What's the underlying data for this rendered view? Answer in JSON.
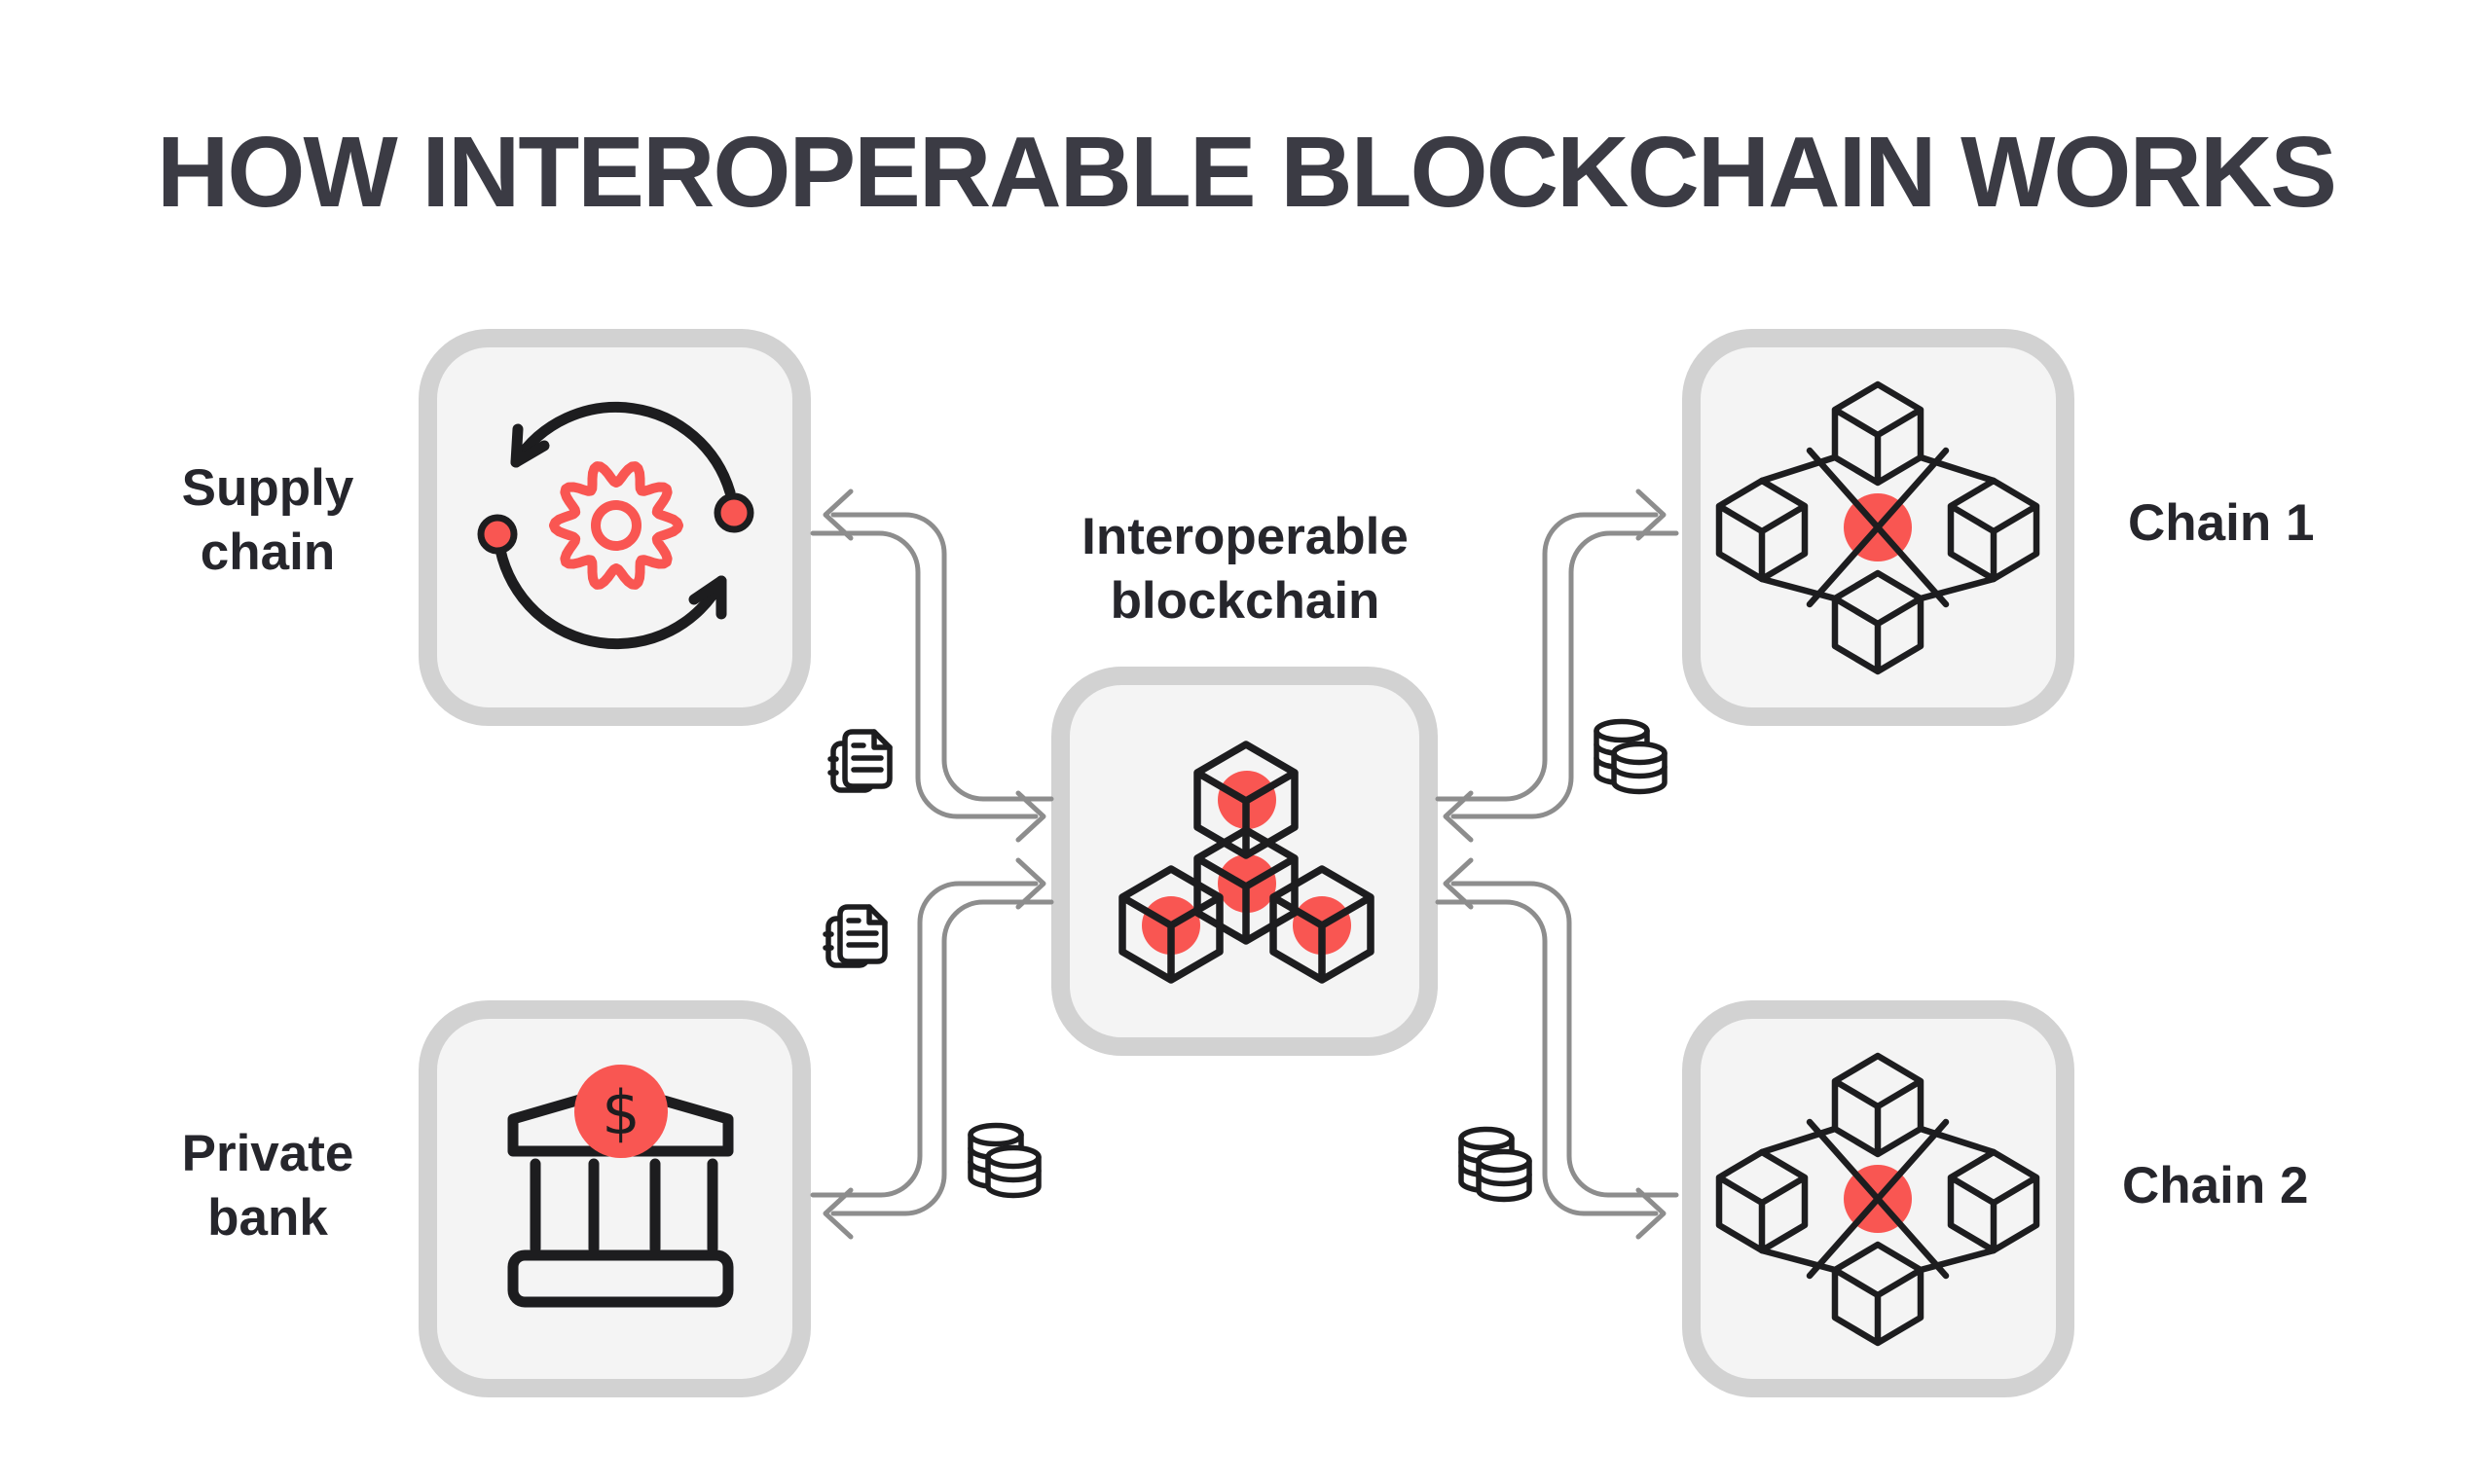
{
  "title": "HOW INTEROPERABLE BLOCKCHAIN WORKS",
  "nodes": {
    "supply_chain": {
      "label": "Supply chain",
      "icon": "process-cycle-gear-icon"
    },
    "private_bank": {
      "label": "Private bank",
      "icon": "bank-dollar-icon"
    },
    "interoperable": {
      "label": "Interoperable blockchain",
      "icon": "stacked-cubes-icon"
    },
    "chain_1": {
      "label": "Chain 1",
      "icon": "cube-network-icon"
    },
    "chain_2": {
      "label": "Chain 2",
      "icon": "cube-network-icon"
    }
  },
  "flow_icons": {
    "documents": "document-pages-icon",
    "coins": "coin-stacks-icon"
  },
  "colors": {
    "background": "#ffffff",
    "title": "#3b3b44",
    "label": "#26262c",
    "accent_red": "#f95652",
    "icon_line": "#1d1d1f",
    "arrow_line": "#8d8d8d",
    "box_fill": "#f4f4f4",
    "box_border": "#d2d2d2"
  }
}
